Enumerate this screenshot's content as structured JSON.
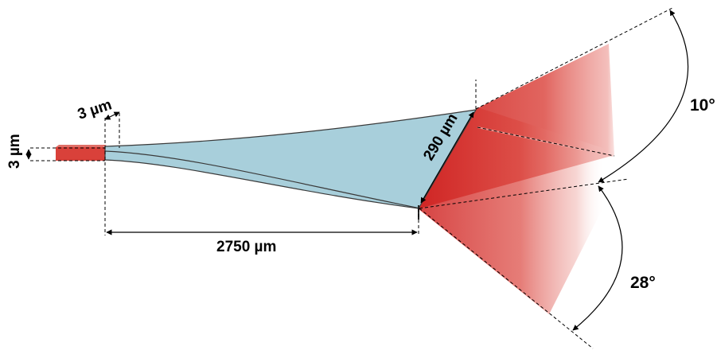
{
  "labels": {
    "input_width": "3 µm",
    "input_height": "3 µm",
    "length": "2750 µm",
    "output_width": "290 µm",
    "angle_horizontal": "10°",
    "angle_vertical": "28°"
  },
  "colors": {
    "taper_fill": "#a8cfdb",
    "taper_edge": "#3a3a3a",
    "beam_red": "#d8282a",
    "waveguide_red": "#d9413a",
    "dimension_line": "#000000"
  }
}
